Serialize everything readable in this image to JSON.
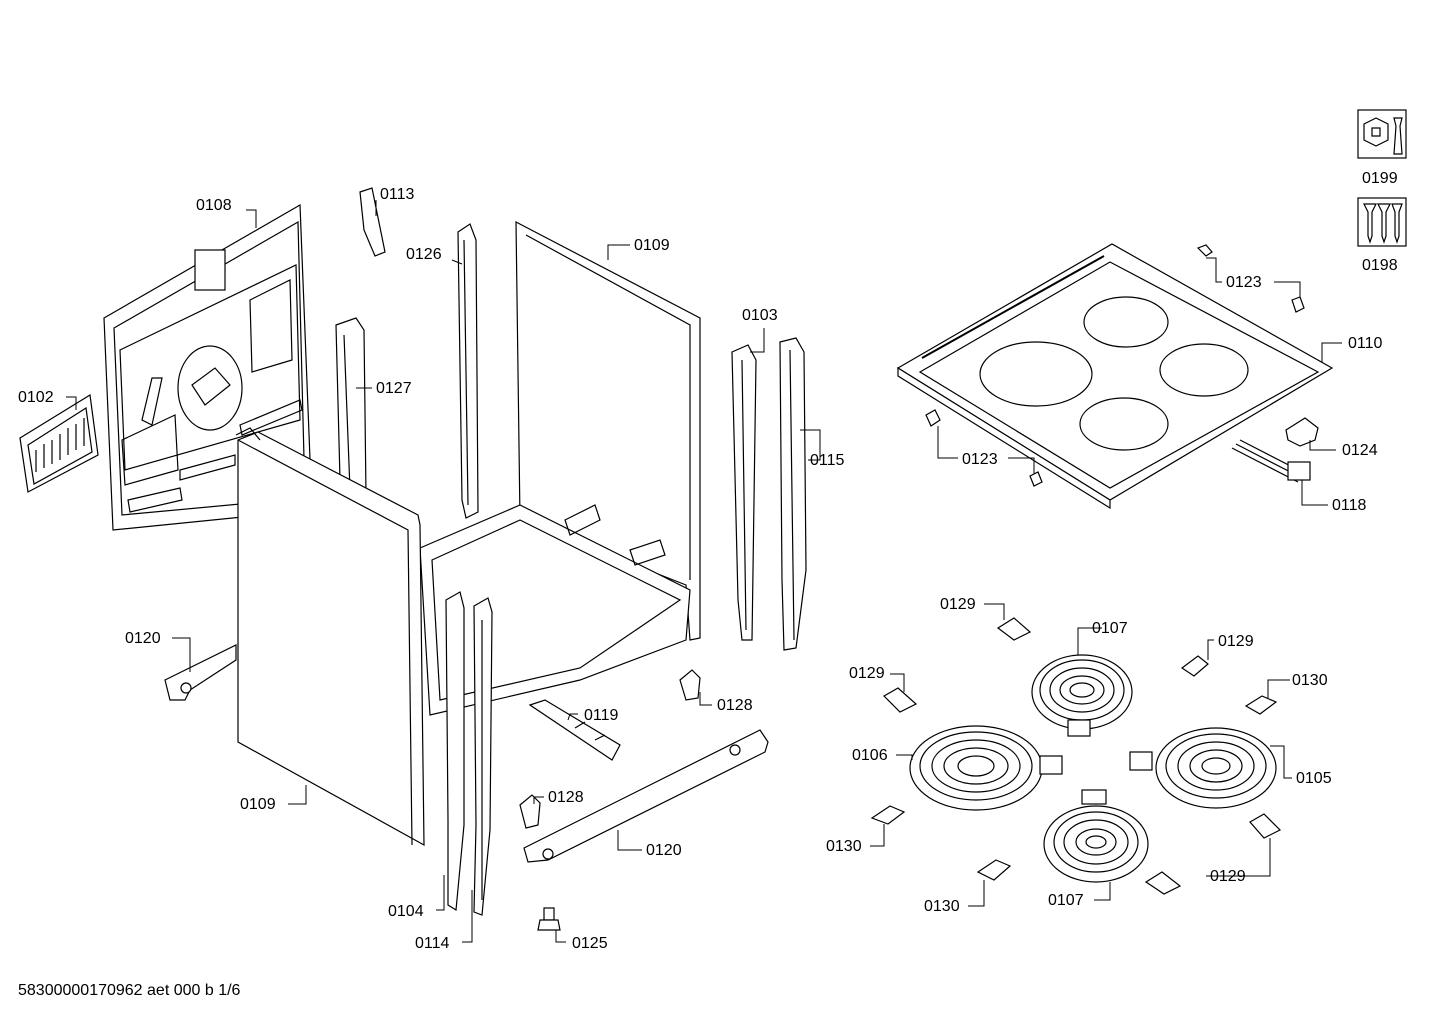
{
  "document": {
    "code": "58300000170962 aet 000 b 1/6"
  },
  "icons": [
    {
      "id": "tool",
      "name": "wrench-nut-icon",
      "label": "0199"
    },
    {
      "id": "screws",
      "name": "screws-icon",
      "label": "0198"
    }
  ],
  "callouts": [
    {
      "key": "c0108",
      "text": "0108"
    },
    {
      "key": "c0113",
      "text": "0113"
    },
    {
      "key": "c0126",
      "text": "0126"
    },
    {
      "key": "c0109a",
      "text": "0109"
    },
    {
      "key": "c0102",
      "text": "0102"
    },
    {
      "key": "c0127",
      "text": "0127"
    },
    {
      "key": "c0103",
      "text": "0103"
    },
    {
      "key": "c0115",
      "text": "0115"
    },
    {
      "key": "c0120a",
      "text": "0120"
    },
    {
      "key": "c0119",
      "text": "0119"
    },
    {
      "key": "c0128a",
      "text": "0128"
    },
    {
      "key": "c0109b",
      "text": "0109"
    },
    {
      "key": "c0128b",
      "text": "0128"
    },
    {
      "key": "c0120b",
      "text": "0120"
    },
    {
      "key": "c0104",
      "text": "0104"
    },
    {
      "key": "c0114",
      "text": "0114"
    },
    {
      "key": "c0125",
      "text": "0125"
    },
    {
      "key": "c0123a",
      "text": "0123"
    },
    {
      "key": "c0110",
      "text": "0110"
    },
    {
      "key": "c0123b",
      "text": "0123"
    },
    {
      "key": "c0124",
      "text": "0124"
    },
    {
      "key": "c0118",
      "text": "0118"
    },
    {
      "key": "c0129a",
      "text": "0129"
    },
    {
      "key": "c0107a",
      "text": "0107"
    },
    {
      "key": "c0129b",
      "text": "0129"
    },
    {
      "key": "c0129c",
      "text": "0129"
    },
    {
      "key": "c0130a",
      "text": "0130"
    },
    {
      "key": "c0106",
      "text": "0106"
    },
    {
      "key": "c0105",
      "text": "0105"
    },
    {
      "key": "c0130b",
      "text": "0130"
    },
    {
      "key": "c0129d",
      "text": "0129"
    },
    {
      "key": "c0130c",
      "text": "0130"
    },
    {
      "key": "c0107b",
      "text": "0107"
    }
  ]
}
